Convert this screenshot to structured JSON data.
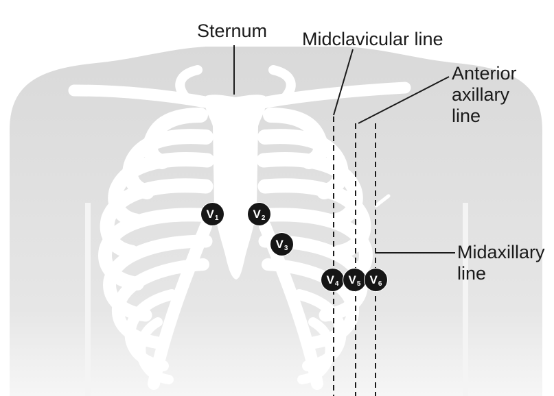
{
  "labels": {
    "sternum": "Sternum",
    "midclavicular": "Midclavicular line",
    "anterior_axillary": [
      "Anterior",
      "axillary",
      "line"
    ],
    "midaxillary": [
      "Midaxillary",
      "line"
    ]
  },
  "electrodes": [
    {
      "letter": "V",
      "num": "1"
    },
    {
      "letter": "V",
      "num": "2"
    },
    {
      "letter": "V",
      "num": "3"
    },
    {
      "letter": "V",
      "num": "4"
    },
    {
      "letter": "V",
      "num": "5"
    },
    {
      "letter": "V",
      "num": "6"
    }
  ],
  "colors": {
    "torso": "#dedede",
    "bone": "#ffffff",
    "line": "#1a1a1a",
    "electrode": "#161616"
  }
}
